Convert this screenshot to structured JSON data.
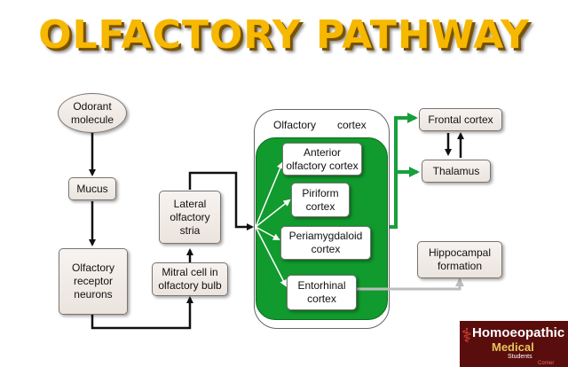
{
  "title": "OLFACTORY PATHWAY",
  "nodes": {
    "odorant": "Odorant\nmolecule",
    "mucus": "Mucus",
    "receptor": "Olfactory\nreceptor\nneurons",
    "mitral": "Mitral cell in\nolfactory bulb",
    "lateral": "Lateral\nolfactory\nstria",
    "cortex_word1": "Olfactory",
    "cortex_word2": "cortex",
    "anterior": "Anterior\nolfactory cortex",
    "piriform": "Piriform\ncortex",
    "periamygdaloid": "Periamygdaloid\ncortex",
    "entorhinal": "Entorhinal\ncortex",
    "frontal": "Frontal cortex",
    "thalamus": "Thalamus",
    "hippocampal": "Hippocampal\nformation"
  },
  "logo": {
    "line1": "Homoeopathic",
    "line2": "Medical",
    "line3": "Students",
    "line4": "Corner",
    "symbol": "caduceus-icon"
  },
  "colors": {
    "title": "#f6b800",
    "cortex_fill": "#119a2d",
    "arrow_black": "#111111",
    "arrow_green": "#17a03a",
    "arrow_gray": "#bdbdbd",
    "logo_bg": "#5a0d0d"
  }
}
